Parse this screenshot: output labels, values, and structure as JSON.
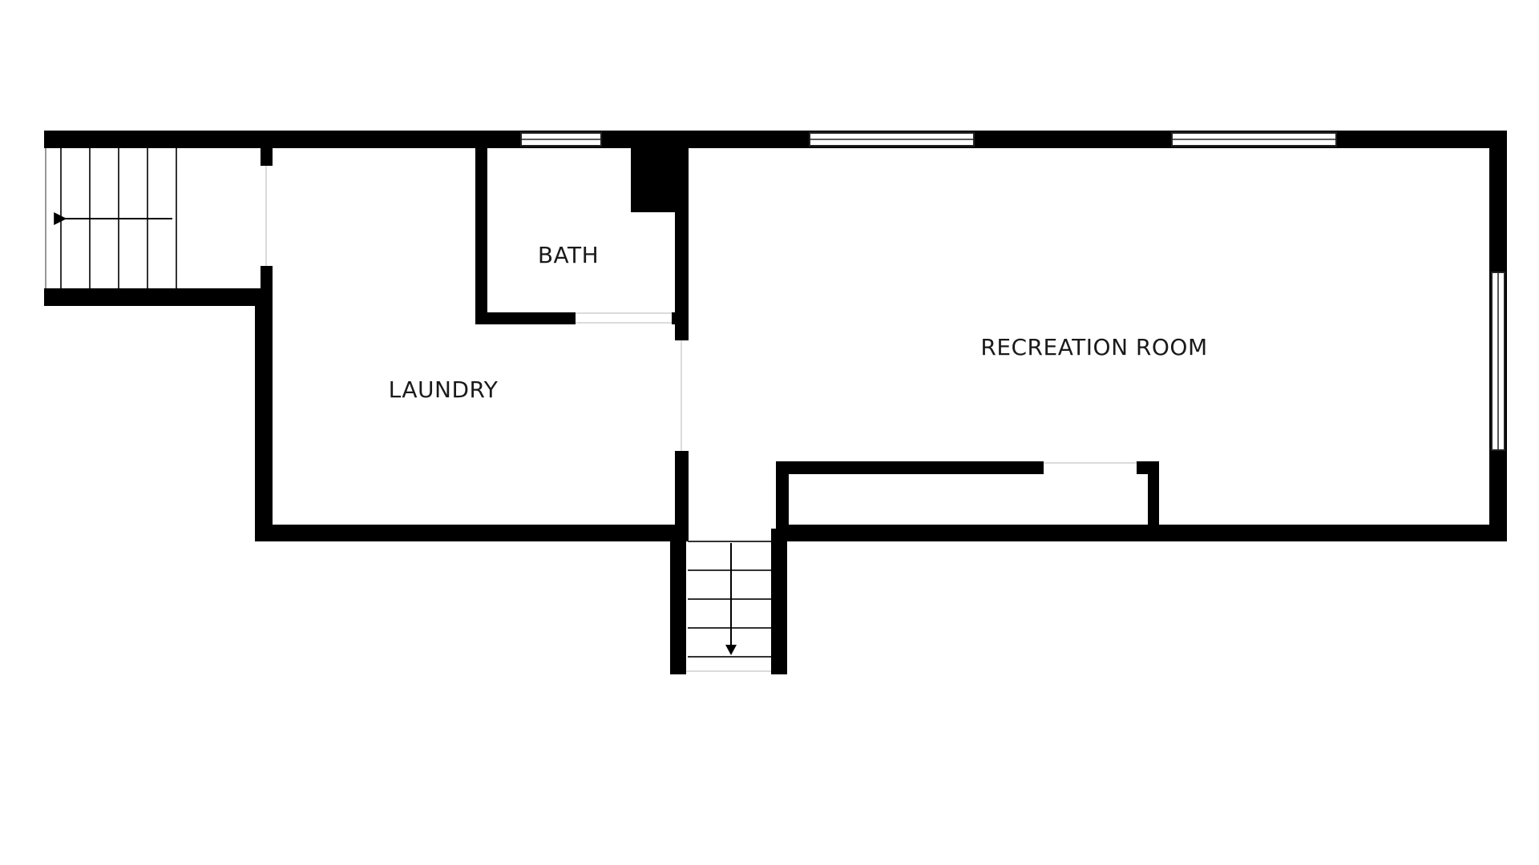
{
  "rooms": {
    "bath": "BATH",
    "laundry": "LAUNDRY",
    "recreation": "RECREATION ROOM"
  },
  "colors": {
    "wall": "#000000",
    "background": "#ffffff",
    "window_frame": "#222222",
    "stair_line": "#333333",
    "label": "#1a1a1a"
  },
  "icons": {
    "stair_up_left": "arrow-left-icon",
    "stair_down": "arrow-down-icon"
  }
}
